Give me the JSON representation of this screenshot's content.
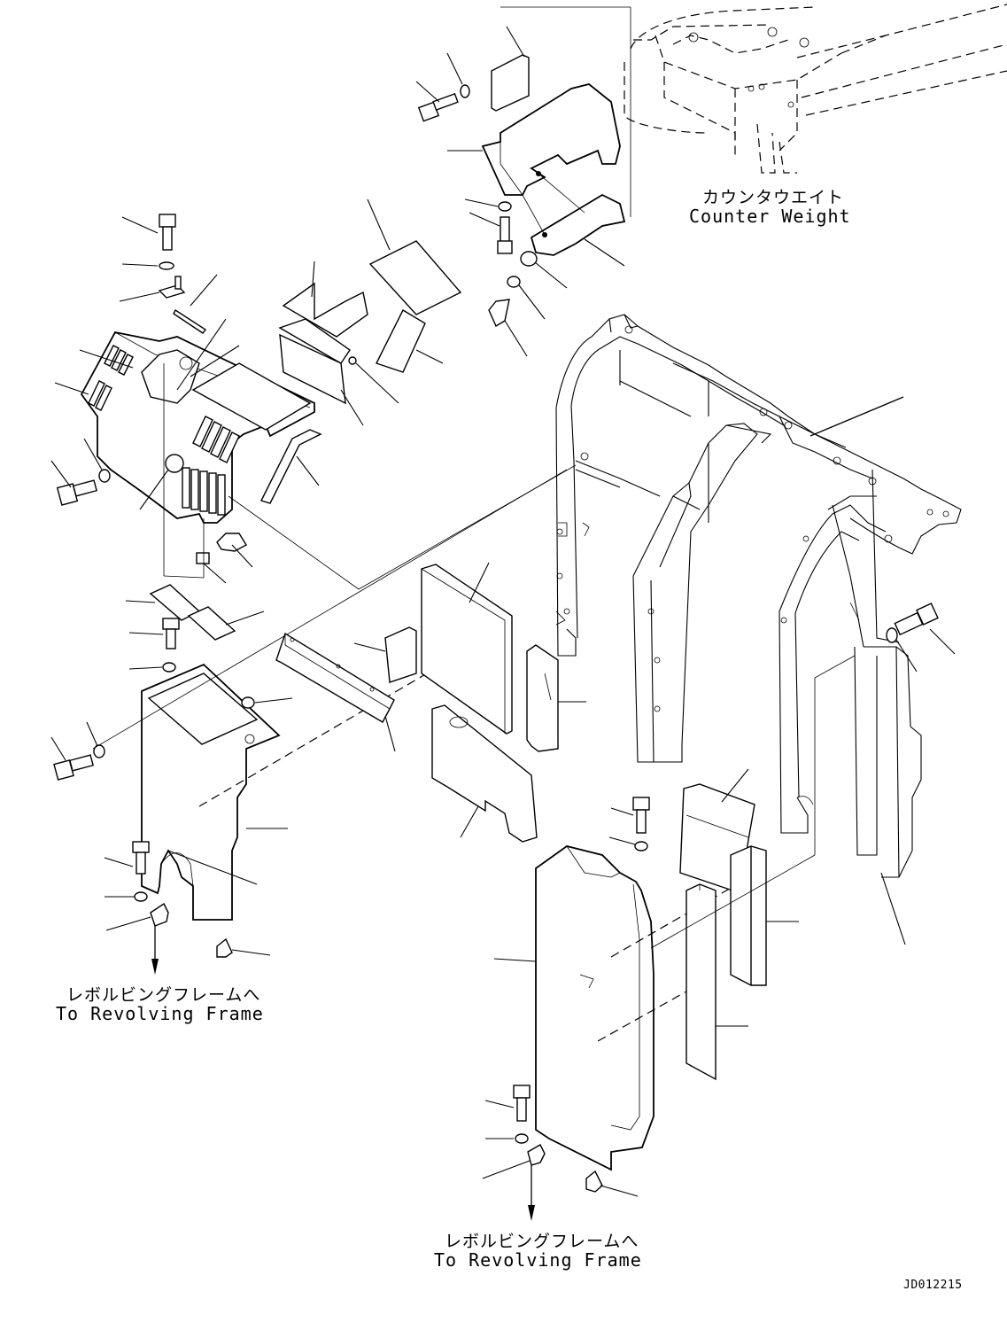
{
  "labels": {
    "counterweight_jp": "カウンタウエイト",
    "counterweight_en": "Counter Weight",
    "revolving_frame_left_jp": "レボルビングフレームへ",
    "revolving_frame_left_en": "To Revolving Frame",
    "revolving_frame_bottom_jp": "レボルビングフレームへ",
    "revolving_frame_bottom_en": "To Revolving Frame",
    "drawing_code": "JD012215"
  }
}
